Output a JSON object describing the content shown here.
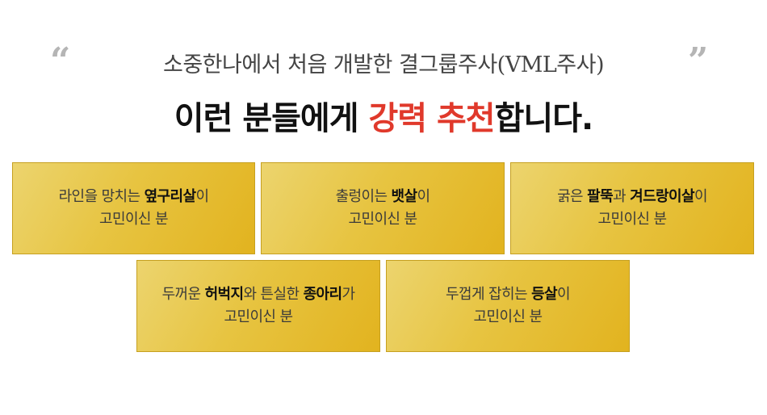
{
  "header": {
    "open_quote": "“",
    "close_quote": "”",
    "subtitle": "소중한나에서 처음 개발한 결그룹주사(VML주사)",
    "headline_before": "이런 분들에게 ",
    "headline_accent": "강력 추천",
    "headline_after": "합니다."
  },
  "cards": [
    {
      "line1_pre": "라인을 망치는 ",
      "line1_bold": "옆구리살",
      "line1_post": "이",
      "line1_bold2": "",
      "line1_mid": "",
      "line2": "고민이신 분"
    },
    {
      "line1_pre": "출렁이는 ",
      "line1_bold": "뱃살",
      "line1_post": "이",
      "line2": "고민이신 분"
    },
    {
      "line1_pre": "굵은 ",
      "line1_bold": "팔뚝",
      "line1_mid": "과 ",
      "line1_bold2": "겨드랑이살",
      "line1_post": "이",
      "line2": "고민이신 분"
    },
    {
      "line1_pre": "두꺼운 ",
      "line1_bold": "허벅지",
      "line1_mid": "와 튼실한 ",
      "line1_bold2": "종아리",
      "line1_post": "가",
      "line2": "고민이신 분"
    },
    {
      "line1_pre": "두껍게 잡히는 ",
      "line1_bold": "등살",
      "line1_post": "이",
      "line2": "고민이신 분"
    }
  ],
  "colors": {
    "accent": "#e0392b",
    "card_gold": "#e7c441"
  }
}
